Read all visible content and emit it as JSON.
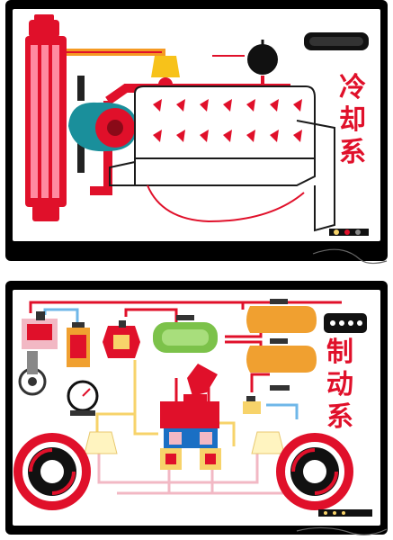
{
  "panels": [
    {
      "id": "cooling",
      "label": "冷却系"
    },
    {
      "id": "brake",
      "label": "制动系"
    }
  ],
  "colors": {
    "accent_red": "#e0102a",
    "engine_outline": "#1a1a1a",
    "coolant_orange": "#f59a23",
    "pump_teal": "#1a8f9b",
    "booster_green": "#7cc24a",
    "reservoir_orange": "#f0a030",
    "brake_line_yellow": "#f7d36a",
    "brake_line_pink": "#f2b8c4"
  }
}
